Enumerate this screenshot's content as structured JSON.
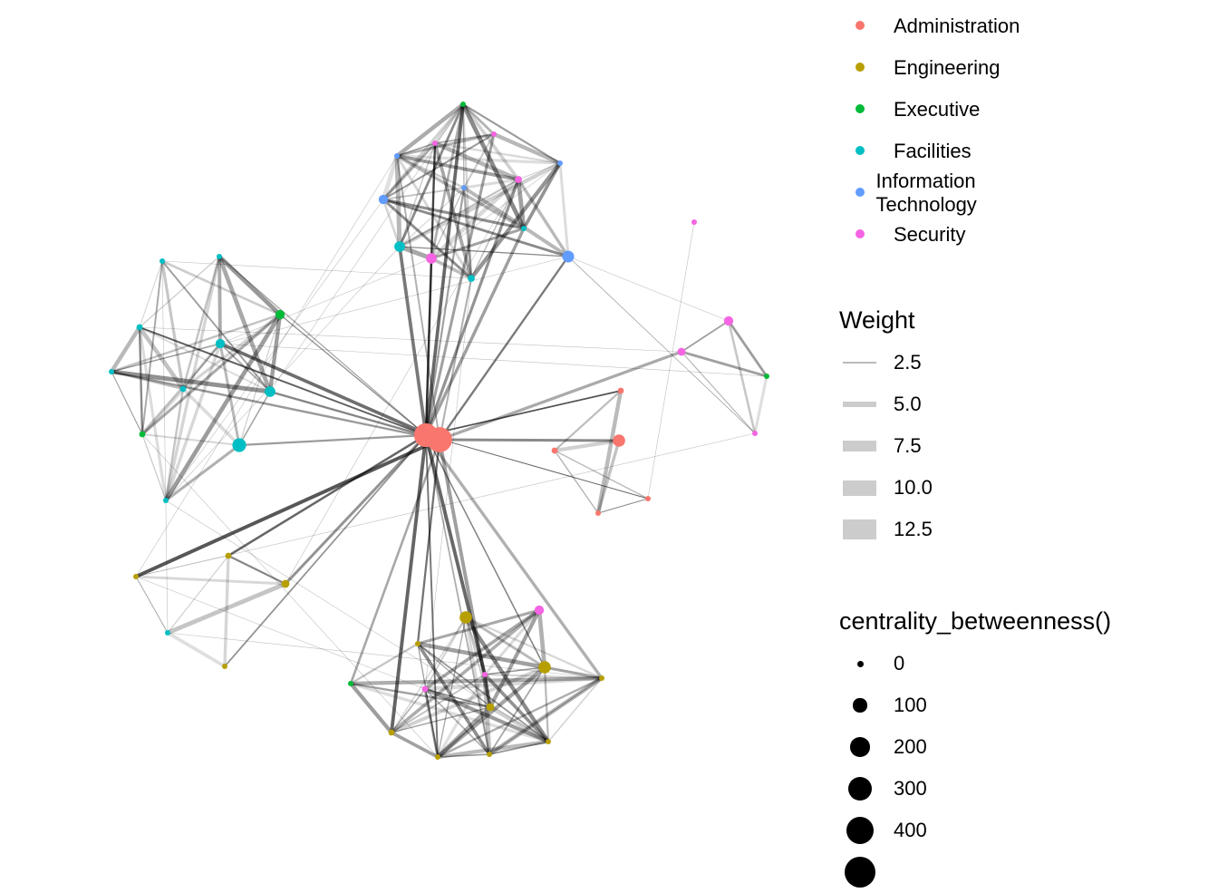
{
  "legend_group": {
    "items": [
      {
        "label": "Administration",
        "color": "#F8766D"
      },
      {
        "label": "Engineering",
        "color": "#B79F00"
      },
      {
        "label": "Executive",
        "color": "#00BA38"
      },
      {
        "label": "Facilities",
        "color": "#00BFC4"
      },
      {
        "label": "Information Technology",
        "color": "#619CFF"
      },
      {
        "label": "Security",
        "color": "#F564E3"
      }
    ]
  },
  "legend_weight": {
    "title": "Weight",
    "items": [
      {
        "label": "2.5",
        "value": 2.5
      },
      {
        "label": "5.0",
        "value": 5.0
      },
      {
        "label": "7.5",
        "value": 7.5
      },
      {
        "label": "10.0",
        "value": 10.0
      },
      {
        "label": "12.5",
        "value": 12.5
      }
    ]
  },
  "legend_size": {
    "title": "centrality_betweenness()",
    "items": [
      {
        "label": "0",
        "value": 0
      },
      {
        "label": "100",
        "value": 100
      },
      {
        "label": "200",
        "value": 200
      },
      {
        "label": "300",
        "value": 300
      },
      {
        "label": "400",
        "value": 400
      },
      {
        "label": "",
        "value": 500
      }
    ]
  },
  "graph": {
    "groups": [
      "Administration",
      "Engineering",
      "Executive",
      "Facilities",
      "Information Technology",
      "Security"
    ],
    "nodes": [
      {
        "group": 0,
        "c": 450
      },
      {
        "group": 0,
        "c": 500
      },
      {
        "group": 2,
        "c": 5
      },
      {
        "group": 5,
        "c": 10
      },
      {
        "group": 5,
        "c": 5
      },
      {
        "group": 4,
        "c": 20
      },
      {
        "group": 4,
        "c": 20
      },
      {
        "group": 4,
        "c": 0
      },
      {
        "group": 5,
        "c": 40
      },
      {
        "group": 4,
        "c": 70
      },
      {
        "group": 3,
        "c": 20
      },
      {
        "group": 3,
        "c": 90
      },
      {
        "group": 5,
        "c": 90
      },
      {
        "group": 3,
        "c": 40
      },
      {
        "group": 4,
        "c": 110
      },
      {
        "group": 5,
        "c": 2
      },
      {
        "group": 3,
        "c": 5
      },
      {
        "group": 3,
        "c": 5
      },
      {
        "group": 2,
        "c": 70
      },
      {
        "group": 3,
        "c": 30
      },
      {
        "group": 3,
        "c": 70
      },
      {
        "group": 3,
        "c": 5
      },
      {
        "group": 3,
        "c": 30
      },
      {
        "group": 3,
        "c": 90
      },
      {
        "group": 2,
        "c": 30
      },
      {
        "group": 3,
        "c": 150
      },
      {
        "group": 3,
        "c": 10
      },
      {
        "group": 5,
        "c": 70
      },
      {
        "group": 5,
        "c": 50
      },
      {
        "group": 2,
        "c": 5
      },
      {
        "group": 5,
        "c": 2
      },
      {
        "group": 0,
        "c": 30
      },
      {
        "group": 0,
        "c": 120
      },
      {
        "group": 0,
        "c": 30
      },
      {
        "group": 0,
        "c": 2
      },
      {
        "group": 0,
        "c": 2
      },
      {
        "group": 1,
        "c": 30
      },
      {
        "group": 1,
        "c": 20
      },
      {
        "group": 1,
        "c": 50
      },
      {
        "group": 3,
        "c": 20
      },
      {
        "group": 1,
        "c": 2
      },
      {
        "group": 2,
        "c": 20
      },
      {
        "group": 1,
        "c": 120
      },
      {
        "group": 5,
        "c": 70
      },
      {
        "group": 1,
        "c": 10
      },
      {
        "group": 1,
        "c": 120
      },
      {
        "group": 5,
        "c": 5
      },
      {
        "group": 5,
        "c": 30
      },
      {
        "group": 1,
        "c": 50
      },
      {
        "group": 1,
        "c": 5
      },
      {
        "group": 1,
        "c": 30
      },
      {
        "group": 1,
        "c": 5
      },
      {
        "group": 1,
        "c": 5
      },
      {
        "group": 1,
        "c": 5
      }
    ],
    "clusters": [
      [
        2,
        3,
        4,
        5,
        6,
        7,
        8,
        9,
        10,
        11,
        12,
        13,
        14
      ],
      [
        16,
        17,
        18,
        19,
        20,
        21,
        22,
        23,
        24,
        25,
        26
      ],
      [
        27,
        28,
        29,
        30
      ],
      [
        31,
        32,
        33,
        34,
        35
      ],
      [
        36,
        37,
        38,
        39,
        40
      ],
      [
        41,
        42,
        43,
        44,
        45,
        46,
        47,
        48,
        49,
        50,
        51,
        52,
        53
      ]
    ],
    "hub": [
      0,
      1
    ]
  }
}
